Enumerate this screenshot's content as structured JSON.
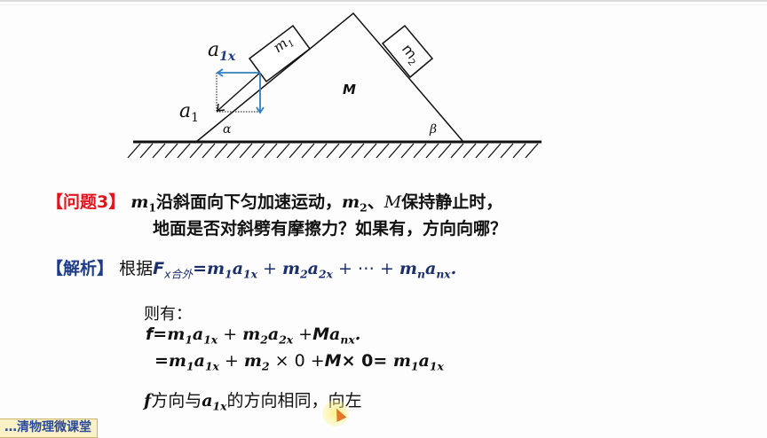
{
  "diagram": {
    "labels": {
      "a1x": "a",
      "a1x_sub": "1x",
      "a1": "a",
      "a1_sub": "1",
      "m1": "m",
      "m1_sub": "1",
      "m2": "m",
      "m2_sub": "2",
      "M": "M",
      "alpha": "α",
      "beta": "β"
    },
    "colors": {
      "line": "#111111",
      "vector_blue": "#2e7fc4",
      "a1x_label": "#1f3c88"
    }
  },
  "question": {
    "tag": "【问题3】",
    "line1_m": "m",
    "line1_m_sub": "1",
    "line1_text1": "沿斜面向下匀加速运动，",
    "line1_m2": "m",
    "line1_m2_sub": "2",
    "line1_sep": "、",
    "line1_M": "M",
    "line1_text2": "保持静止时，",
    "line2": "地面是否对斜劈有摩擦力？如果有，方向向哪？"
  },
  "analysis": {
    "tag": "【解析】",
    "lead": "根据",
    "F": "F",
    "F_sub": "x合外",
    "formula": "=m₁a₁ₓ + m₂a₂ₓ + ⋯ + mₙaₙₓ.",
    "f_parts": {
      "eq": "=",
      "m1": "m",
      "m1s": "1",
      "a1": "a",
      "a1s": "1x",
      "plus1": " + ",
      "m2": "m",
      "m2s": "2",
      "a2": "a",
      "a2s": "2x",
      "plus2": " + ⋯ + ",
      "mn": "m",
      "mns": "n",
      "an": "a",
      "ans": "nx",
      "end": "."
    },
    "then": "则有：",
    "eq1": {
      "f": "f",
      "eq": "=",
      "m1": "m",
      "m1s": "1",
      "a1": "a",
      "a1s": "1x",
      "plus1": " + ",
      "m2": "m",
      "m2s": "2",
      "a2": "a",
      "a2s": "2x",
      "plus2": " +",
      "M": "M",
      "an": "a",
      "ans": "nx",
      "end": "."
    },
    "eq2": {
      "eq": "=",
      "m1": "m",
      "m1s": "1",
      "a1": "a",
      "a1s": "1x",
      "plus1": " + ",
      "m2": "m",
      "m2s": "2",
      "times1": " × 0 +",
      "M": "M",
      "times2": "× 0= ",
      "r_m1": "m",
      "r_m1s": "1",
      "r_a1": "a",
      "r_a1s": "1x"
    },
    "conclusion": {
      "f": "f",
      "text1": "方向与",
      "a": "a",
      "a_sub": "1x",
      "text2": "的方向相同，向左"
    }
  },
  "watermark": {
    "label": "…清物理微课堂"
  }
}
